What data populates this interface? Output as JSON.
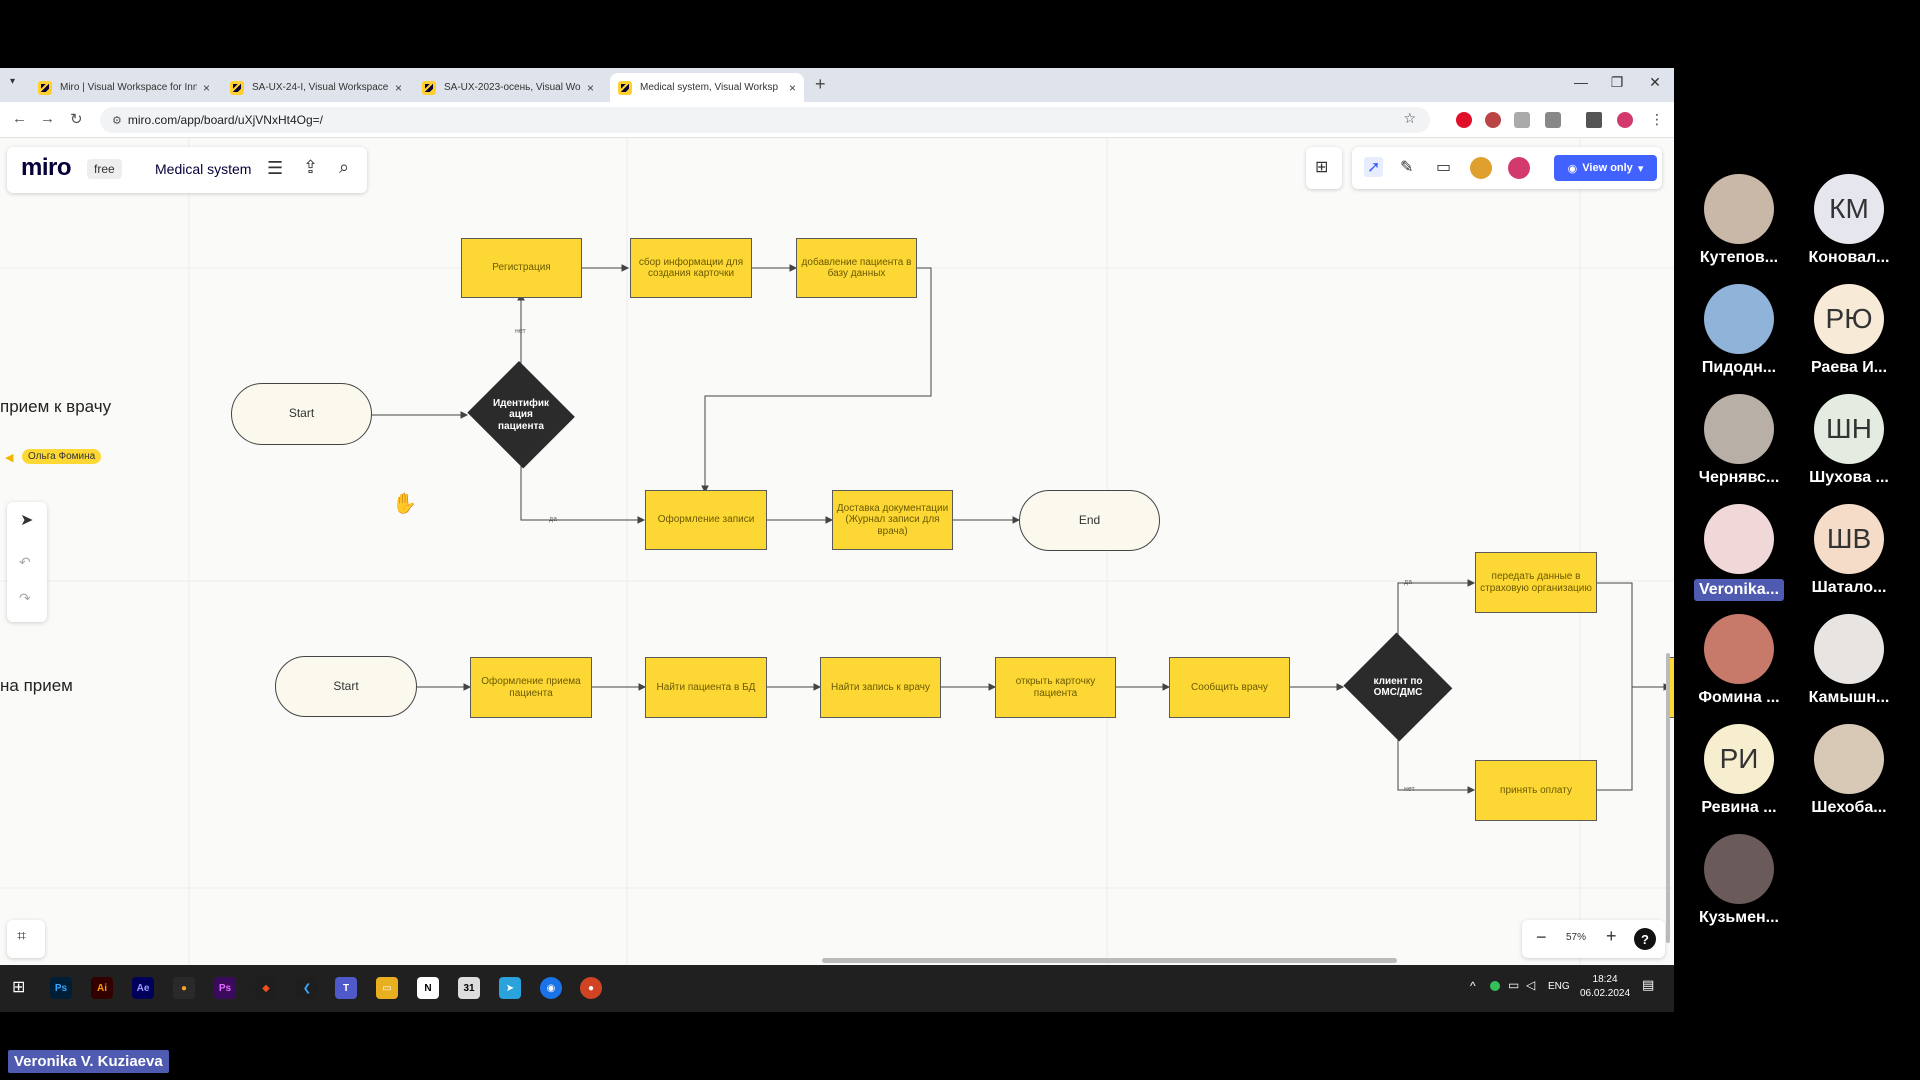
{
  "browser": {
    "tabs": [
      {
        "title": "Miro | Visual Workspace for Inn",
        "active": false
      },
      {
        "title": "SA-UX-24-I, Visual Workspace f",
        "active": false
      },
      {
        "title": "SA-UX-2023-осень, Visual Wor",
        "active": false
      },
      {
        "title": "Medical system, Visual Worksp",
        "active": true
      }
    ],
    "tab_close": "×",
    "new_tab": "+",
    "url": "miro.com/app/board/uXjVNxHt4Og=/",
    "window_buttons": [
      "—",
      "❐",
      "✕"
    ]
  },
  "miro": {
    "logo": "miro",
    "plan": "free",
    "board_name": "Medical system",
    "view_only_label": "View only",
    "zoom": "57%",
    "help": "?"
  },
  "board": {
    "lanes": [
      "прием к врачу",
      "на прием"
    ],
    "cursor_user": "Ольга Фомина",
    "flow1": {
      "start": "Start",
      "decision": "Идентифик ация пациента",
      "registration": "Регистрация",
      "collect": "сбор информации для создания карточки",
      "add_db": "добавление пациента в базу данных",
      "booking": "Оформление записи",
      "delivery": "Доставка документации (Журнал записи для врача)",
      "end": "End",
      "no_label": "нет",
      "yes_label": "да"
    },
    "flow2": {
      "start": "Start",
      "step1": "Оформление приема пациента",
      "step2": "Найти пациента в БД",
      "step3": "Найти запись к врачу",
      "step4": "открыть карточку пациента",
      "step5": "Сообщить врачу",
      "decision": "клиент по ОМС/ДМС",
      "yes_step": "передать данные в страховую организацию",
      "no_step": "принять оплату",
      "yes_label": "да",
      "no_label": "нет"
    }
  },
  "taskbar": {
    "apps": [
      "Ps",
      "Ai",
      "Ae",
      "",
      "Ps",
      "",
      "",
      "T",
      "",
      "N",
      "31",
      "",
      "",
      ""
    ],
    "lang": "ENG",
    "time": "18:24",
    "date": "06.02.2024"
  },
  "participants": [
    {
      "name": "Кутепов...",
      "initials": "",
      "color": "#c9b8a8"
    },
    {
      "name": "Коновал...",
      "initials": "КМ",
      "color": "#e6e6ee"
    },
    {
      "name": "Пидодн...",
      "initials": "",
      "color": "#8fb3d9"
    },
    {
      "name": "Раева И...",
      "initials": "РЮ",
      "color": "#f7ead7"
    },
    {
      "name": "Чернявс...",
      "initials": "",
      "color": "#b8b0a6"
    },
    {
      "name": "Шухова ...",
      "initials": "ШН",
      "color": "#e4ece2"
    },
    {
      "name": "Veronika...",
      "initials": "",
      "color": "#f0d8d8",
      "highlight": true
    },
    {
      "name": "Шатало...",
      "initials": "ШВ",
      "color": "#f5dcc8"
    },
    {
      "name": "Фомина ...",
      "initials": "",
      "color": "#c87a6a"
    },
    {
      "name": "Камышн...",
      "initials": "",
      "color": "#e8e4e2"
    },
    {
      "name": "Ревина ...",
      "initials": "РИ",
      "color": "#f7eed0"
    },
    {
      "name": "Шехоба...",
      "initials": "",
      "color": "#d8c9b6"
    },
    {
      "name": "Кузьмен...",
      "initials": "",
      "color": "#6a5a5a"
    }
  ],
  "speaker_name": "Veronika V. Kuziaeva"
}
